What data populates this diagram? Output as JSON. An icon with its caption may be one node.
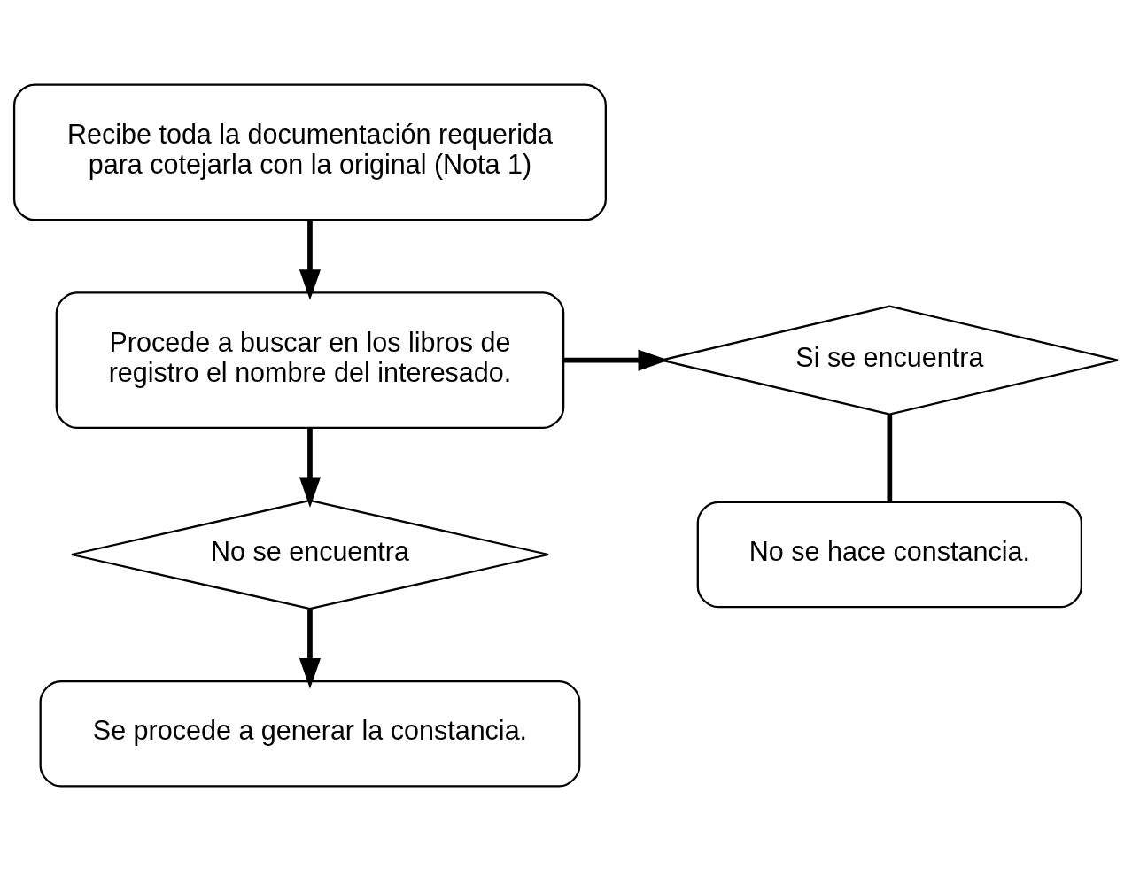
{
  "diagram": {
    "nodes": [
      {
        "text": [
          "Recibe toda la documentación requerida para cotejarla con la original (Nota 1)"
        ]
      },
      {
        "text": [
          "Procede a buscar en los libros de registro el nombre del interesado."
        ]
      },
      {
        "text": [
          "Si se encuentra"
        ]
      },
      {
        "text": [
          "No se hace constancia."
        ]
      },
      {
        "text": [
          "No se encuentra"
        ]
      },
      {
        "text": [
          "Se procede a generar la constancia."
        ]
      }
    ],
    "edges": [
      {
        "from": 0,
        "to": 1,
        "arrow": "to"
      },
      {
        "from": 1,
        "to": 2,
        "arrow": "to"
      },
      {
        "from": 2,
        "to": 3,
        "arrow": "none"
      },
      {
        "from": 1,
        "to": 4,
        "arrow": "to"
      },
      {
        "from": 4,
        "to": 5,
        "arrow": "to"
      }
    ]
  }
}
